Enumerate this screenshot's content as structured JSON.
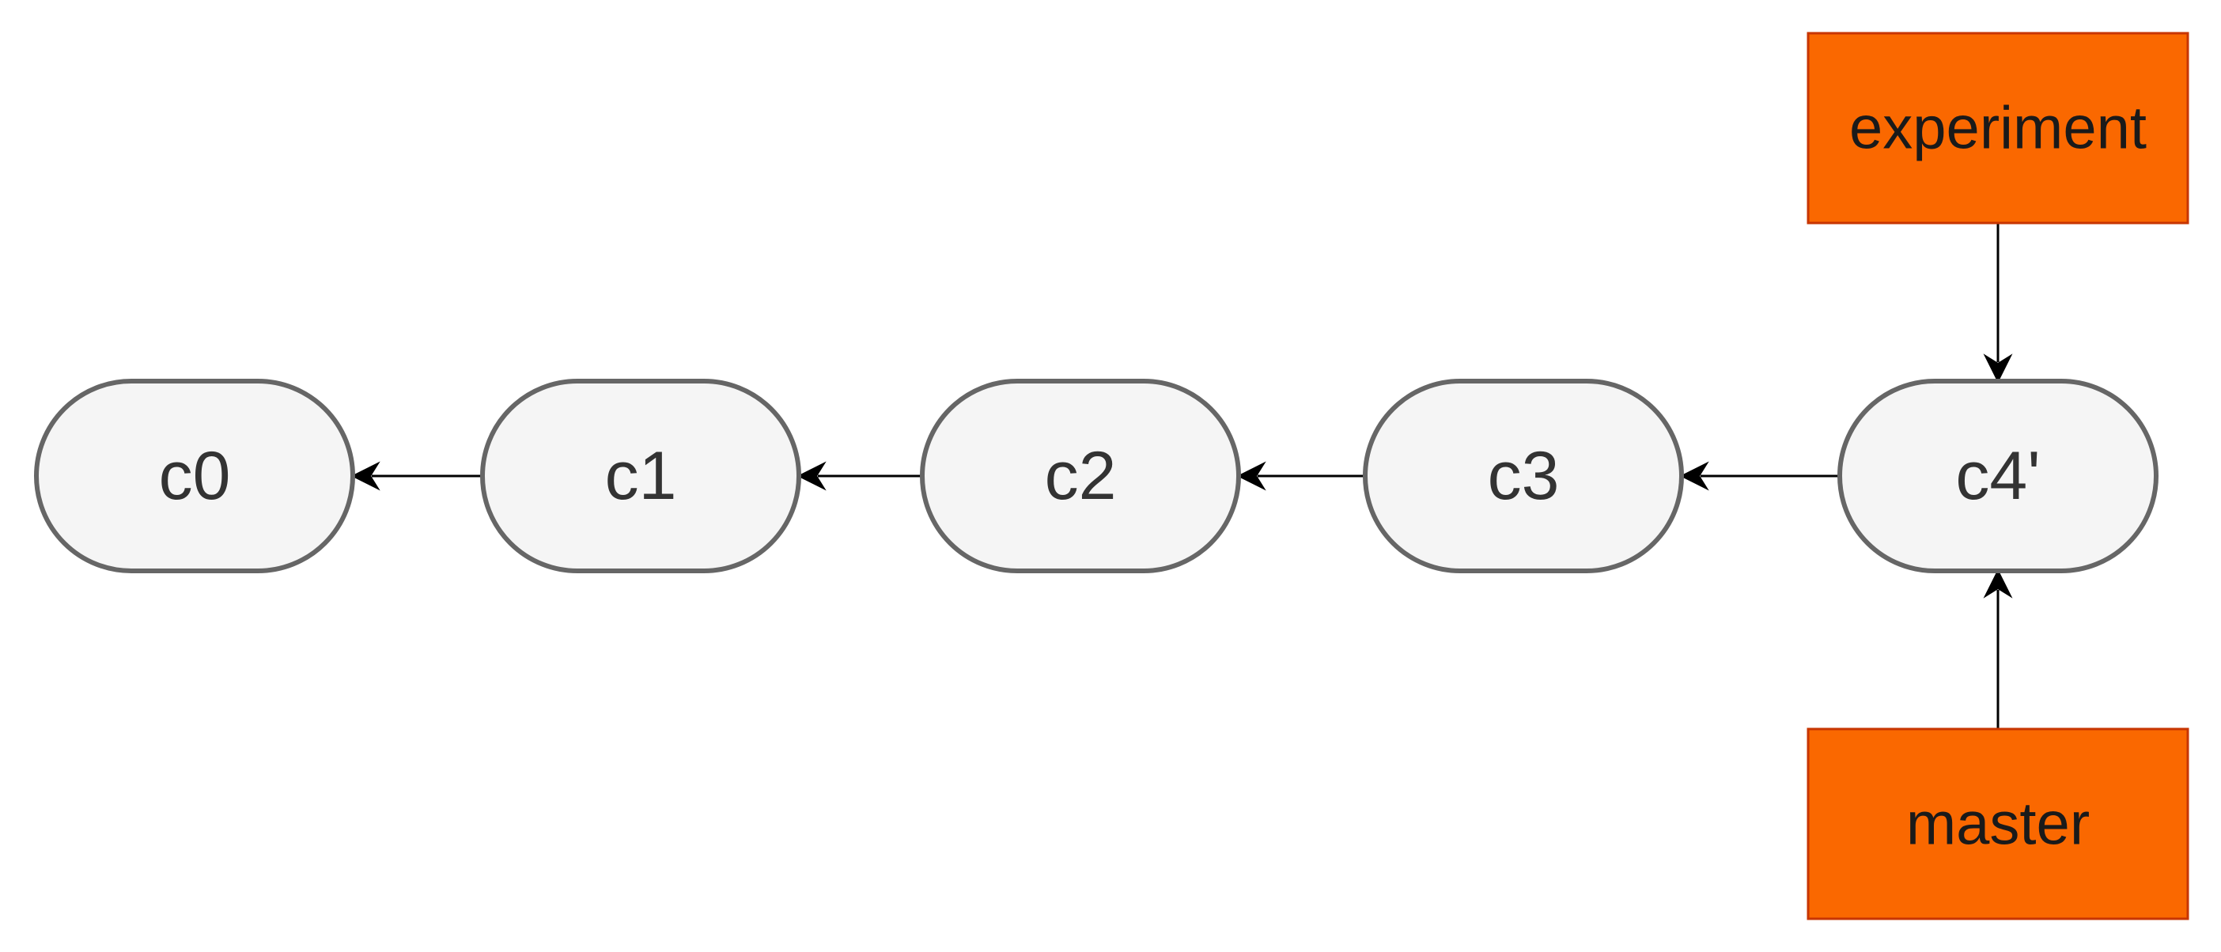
{
  "diagram": {
    "type": "git-commit-graph",
    "colors": {
      "commit_fill": "#f5f5f5",
      "commit_stroke": "#666666",
      "commit_text": "#333333",
      "branch_fill": "#fa6800",
      "branch_stroke": "#c73500",
      "branch_text": "#1a1a1a",
      "edge": "#000000"
    },
    "commits": [
      {
        "id": "c0",
        "label": "c0"
      },
      {
        "id": "c1",
        "label": "c1"
      },
      {
        "id": "c2",
        "label": "c2"
      },
      {
        "id": "c3",
        "label": "c3"
      },
      {
        "id": "c4p",
        "label": "c4'"
      }
    ],
    "branches": [
      {
        "id": "experiment",
        "label": "experiment",
        "points_to": "c4p"
      },
      {
        "id": "master",
        "label": "master",
        "points_to": "c4p"
      }
    ],
    "edges": [
      {
        "from": "c1",
        "to": "c0"
      },
      {
        "from": "c2",
        "to": "c1"
      },
      {
        "from": "c3",
        "to": "c2"
      },
      {
        "from": "c4p",
        "to": "c3"
      },
      {
        "from": "experiment",
        "to": "c4p"
      },
      {
        "from": "master",
        "to": "c4p"
      }
    ]
  }
}
